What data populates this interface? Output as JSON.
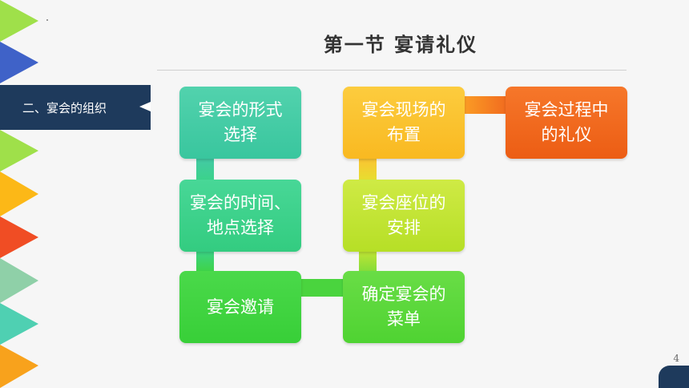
{
  "title": "第一节 宴请礼仪",
  "section_label": "二、宴会的组织",
  "page_number": "4",
  "flow": {
    "col1": [
      {
        "text": "宴会的形式\n选择",
        "color": "#44c9a6"
      },
      {
        "text": "宴会的时间、\n地点选择",
        "color": "#3bd38a"
      },
      {
        "text": "宴会邀请",
        "color": "#3fd33f"
      }
    ],
    "col2": [
      {
        "text": "宴会现场的\n布置",
        "color": "#fcc232"
      },
      {
        "text": "宴会座位的\n安排",
        "color": "#c3e534"
      },
      {
        "text": "确定宴会的\n菜单",
        "color": "#5bd83c"
      }
    ],
    "col3": [
      {
        "text": "宴会过程中\n的礼仪",
        "color": "#f16a1f"
      }
    ]
  },
  "left_triangles": [
    "#9fe04a",
    "#3f62c8",
    "#9fe04a",
    "#fcb817",
    "#f04d24",
    "#8fd0a8",
    "#4fd0b2",
    "#f8a21c"
  ]
}
